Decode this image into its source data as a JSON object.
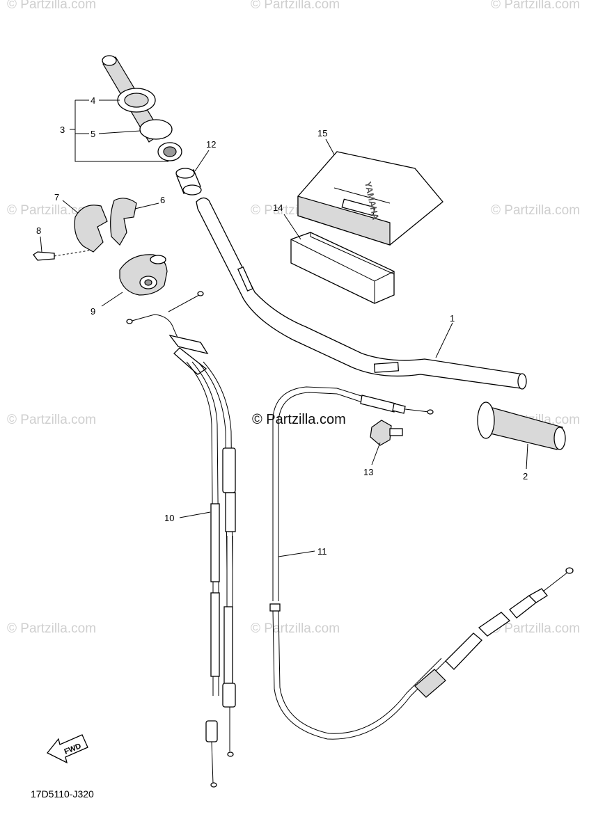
{
  "watermarks": {
    "repeat_text": "© Partzilla.com",
    "center_text": "© Partzilla.com"
  },
  "diagram_code": "17D5110-J320",
  "fwd_label": "FWD",
  "brand_mark": "YAMAHA",
  "callouts": {
    "c1": "1",
    "c2": "2",
    "c3": "3",
    "c4": "4",
    "c5": "5",
    "c6": "6",
    "c7": "7",
    "c8": "8",
    "c9": "9",
    "c10": "10",
    "c11": "11",
    "c12": "12",
    "c13": "13",
    "c14": "14",
    "c15": "15"
  }
}
